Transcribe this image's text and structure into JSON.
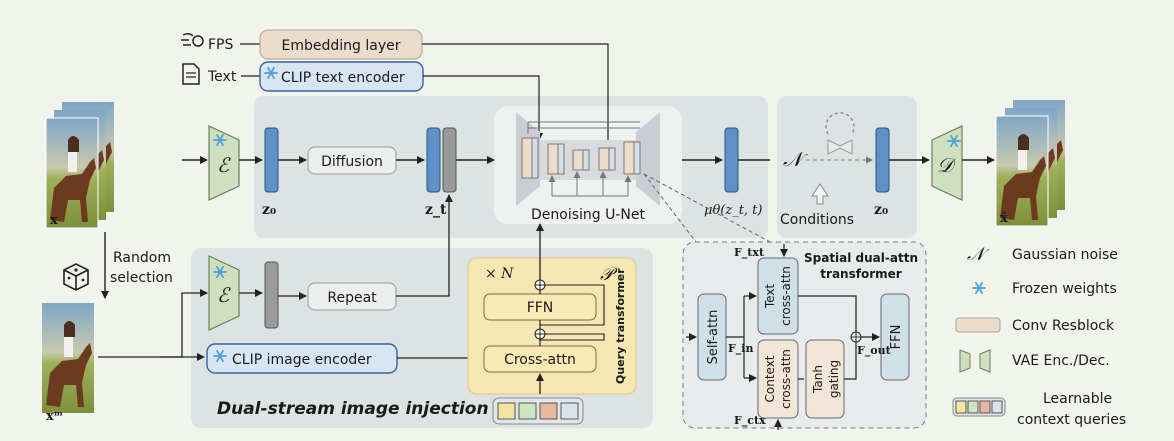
{
  "inputs": {
    "fps": "FPS",
    "text": "Text"
  },
  "modules": {
    "embedding": "Embedding layer",
    "clip_text": "CLIP text encoder",
    "clip_image": "CLIP image encoder",
    "diffusion": "Diffusion",
    "repeat": "Repeat",
    "unet": "Denoising U-Net",
    "ffn": "FFN",
    "cross_attn": "Cross-attn"
  },
  "symbols": {
    "encoder": "ℰ",
    "decoder": "𝒟",
    "noise": "𝒩",
    "query": "𝒫",
    "times_n": "× N",
    "z0": "z₀",
    "zt": "z_t",
    "mu": "μθ(z_t, t)",
    "x": "x",
    "xm": "xᵐ",
    "xhat": "x̂"
  },
  "labels": {
    "random": "Random",
    "selection": "selection",
    "conditions": "Conditions",
    "dual_stream": "Dual-stream image injection",
    "query_transformer": "Query transformer"
  },
  "spatial": {
    "title_1": "Spatial dual-attn",
    "title_2": "transformer",
    "self_attn": "Self-attn",
    "text_1": "Text",
    "text_2": "cross-attn",
    "ctx_1": "Context",
    "ctx_2": "cross-attn",
    "tanh_1": "Tanh",
    "tanh_2": "gating",
    "ffn": "FFN",
    "f_txt": "F_txt",
    "f_in": "F_in",
    "f_out": "F_out",
    "f_ctx": "F_ctx"
  },
  "legend": {
    "gaussian": "Gaussian noise",
    "frozen": "Frozen weights",
    "conv": "Conv Resblock",
    "vae": "VAE Enc./Dec.",
    "learnable_1": "Learnable",
    "learnable_2": "context queries"
  },
  "colors": {
    "panel": "#dde2e3",
    "query_panel": "#f6e7b2",
    "blue_latent": "#5f91c8",
    "clip_fill": "#d8e6f4",
    "embed_fill": "#ecdccb",
    "vae_fill": "#cfe0bf",
    "ffn_fill": "#f8e9b5",
    "spatial_block": "#cfe0e6",
    "frozen_icon": "#4f9fd8"
  }
}
